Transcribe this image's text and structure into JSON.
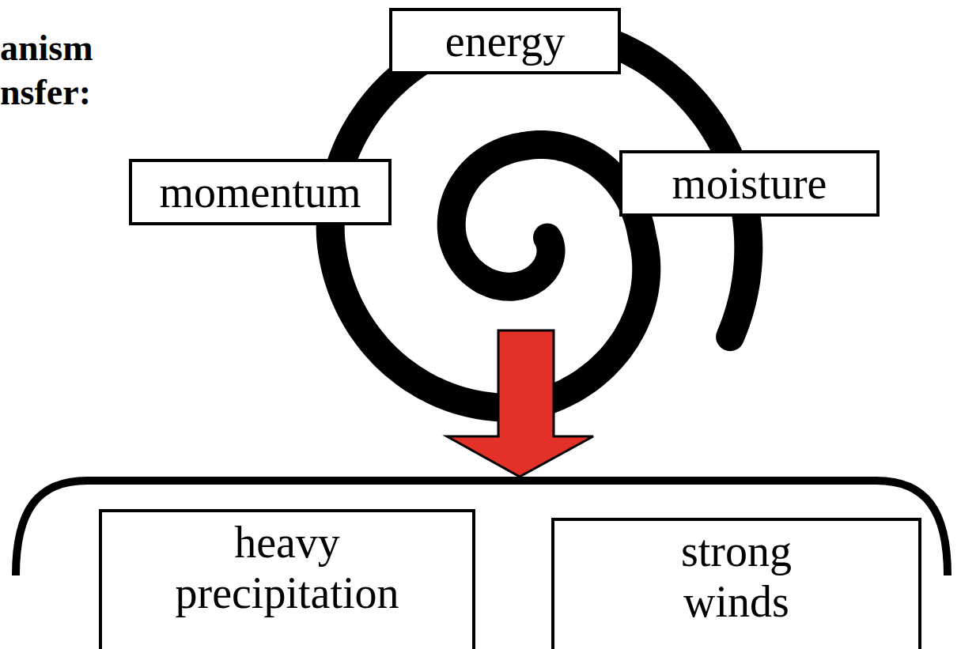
{
  "diagram": {
    "nodes": [
      {
        "text": [
          "energy"
        ]
      },
      {
        "text": [
          "momentum"
        ]
      },
      {
        "text": [
          "moisture"
        ]
      },
      {
        "text": [
          "heavy precipitation"
        ]
      },
      {
        "text": [
          "strong winds"
        ]
      }
    ],
    "labels": [
      "anism",
      "nsfer:"
    ]
  }
}
